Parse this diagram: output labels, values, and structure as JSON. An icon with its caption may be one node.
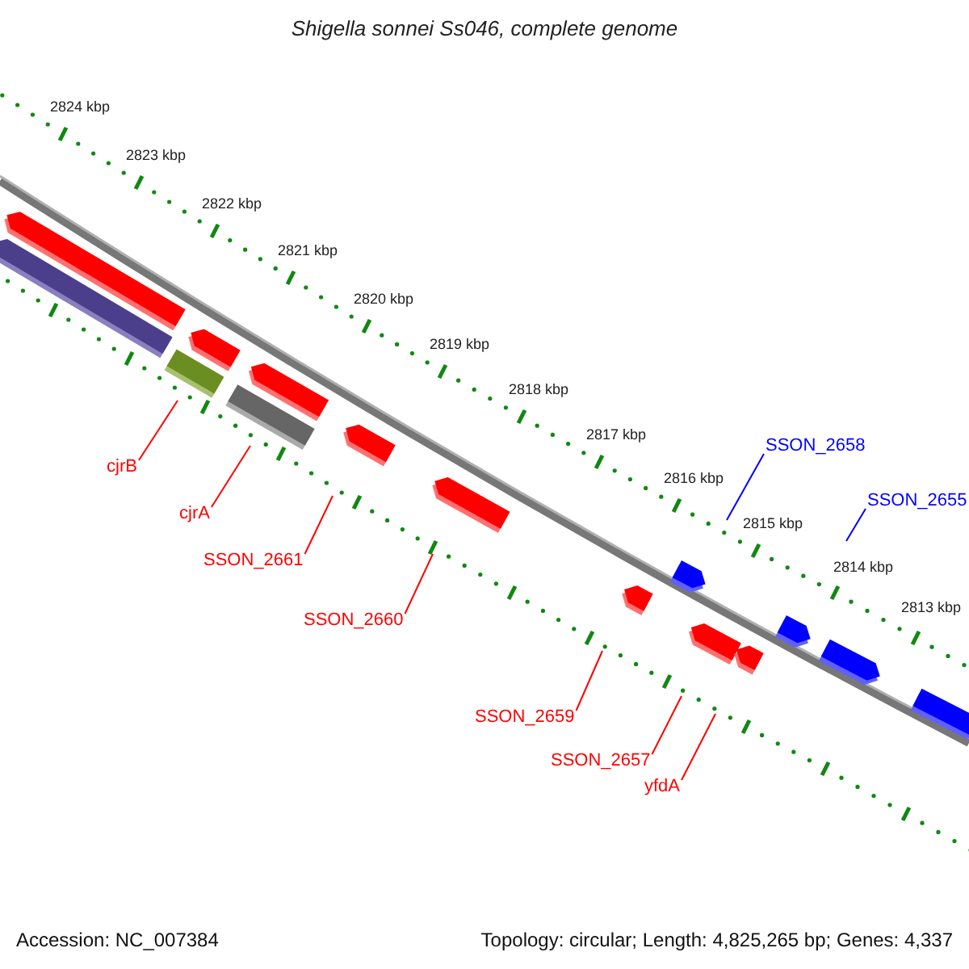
{
  "diagram": {
    "title": "Shigella sonnei Ss046, complete genome",
    "nodes": [
      {
        "text": [
          "SSON_2658"
        ]
      },
      {
        "text": [
          "cjrB"
        ]
      },
      {
        "text": [
          "SSON_2655"
        ]
      },
      {
        "text": [
          "cjrA"
        ]
      },
      {
        "text": [
          "SSON_2661"
        ]
      },
      {
        "text": [
          "SSON_2660"
        ]
      },
      {
        "text": [
          "SSON_2659"
        ]
      },
      {
        "text": [
          "SSON_2657"
        ]
      },
      {
        "text": [
          "yfdA"
        ]
      }
    ],
    "edges": [
      {
        "from": 0,
        "to": null,
        "arrow": "none",
        "color": "#0000ff"
      },
      {
        "from": 1,
        "to": null,
        "arrow": "none"
      },
      {
        "from": 2,
        "to": null,
        "arrow": "none",
        "color": "#0000ff"
      },
      {
        "from": 3,
        "to": null,
        "arrow": "none"
      },
      {
        "from": 4,
        "to": null,
        "arrow": "none"
      },
      {
        "from": 5,
        "to": null,
        "arrow": "none"
      },
      {
        "from": 6,
        "to": null,
        "arrow": "none"
      },
      {
        "from": 7,
        "to": null,
        "arrow": "none"
      },
      {
        "from": 8,
        "to": null,
        "arrow": "none"
      }
    ],
    "labels": [
      "2824 kbp",
      "2823 kbp",
      "2822 kbp",
      "2821 kbp",
      "2820 kbp",
      "2819 kbp",
      "2818 kbp",
      "2817 kbp",
      "2816 kbp",
      "2815 kbp",
      "2814 kbp",
      "2813 kbp",
      "Accession: NC_007384",
      "Topology: circular; Length: 4,825,265 bp; Genes: 4,337"
    ]
  }
}
